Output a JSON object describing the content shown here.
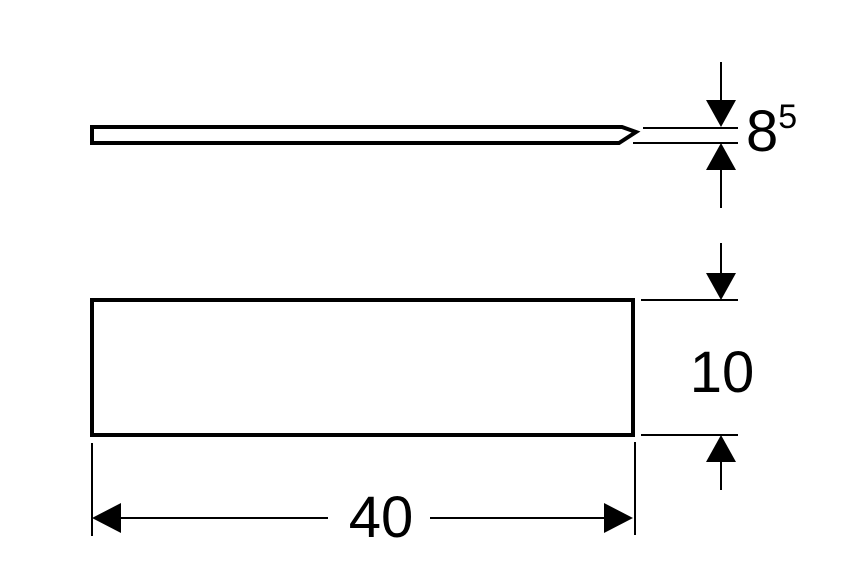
{
  "drawing": {
    "background_color": "#ffffff",
    "line_color": "#000000",
    "dimensions": {
      "thickness": {
        "value": "8",
        "superscript": "5"
      },
      "height": {
        "value": "10"
      },
      "width": {
        "value": "40"
      }
    }
  }
}
